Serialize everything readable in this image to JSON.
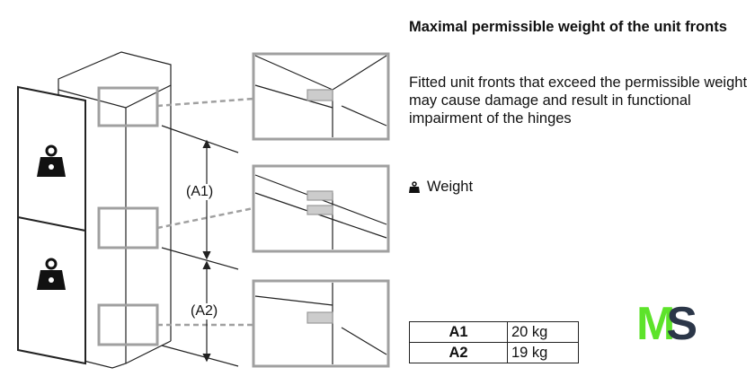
{
  "title": "Maximal permissible weight of the unit fronts",
  "description": "Fitted unit fronts that exceed the permissible weight may cause damage and result in functional impairment of the hinges",
  "legend": {
    "icon": "weight-icon",
    "label": "Weight"
  },
  "dimensions": {
    "a1": "(A1)",
    "a2": "(A2)"
  },
  "table": [
    {
      "key": "A1",
      "value": "20 kg"
    },
    {
      "key": "A2",
      "value": "19 kg"
    }
  ],
  "logo": {
    "m": "M",
    "s": "S"
  },
  "colors": {
    "callout": "#a0a0a0",
    "logo_green": "#5de32a",
    "logo_dark": "#2b3648"
  }
}
